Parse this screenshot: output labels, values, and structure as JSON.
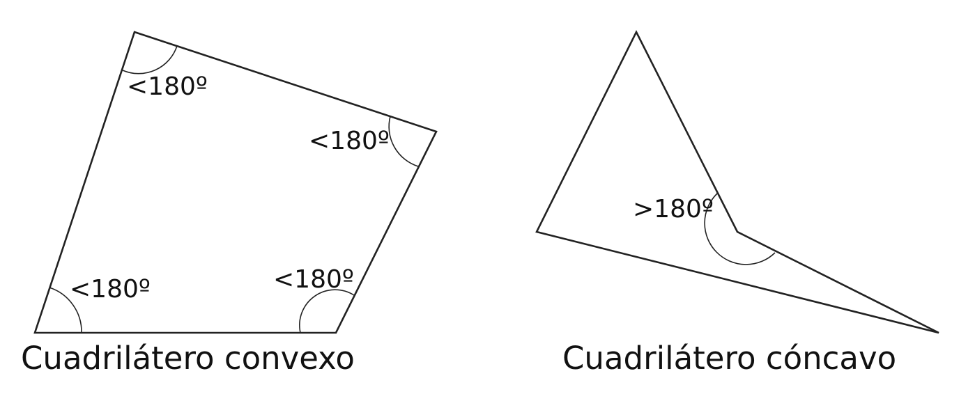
{
  "colors": {
    "background": "#ffffff",
    "stroke": "#222222",
    "text": "#111111"
  },
  "convex": {
    "caption": "Cuadrilátero convexo",
    "angle_labels": [
      "<180º",
      "<180º",
      "<180º",
      "<180º"
    ]
  },
  "concave": {
    "caption": "Cuadrilátero cóncavo",
    "angle_labels": [
      ">180º"
    ]
  }
}
